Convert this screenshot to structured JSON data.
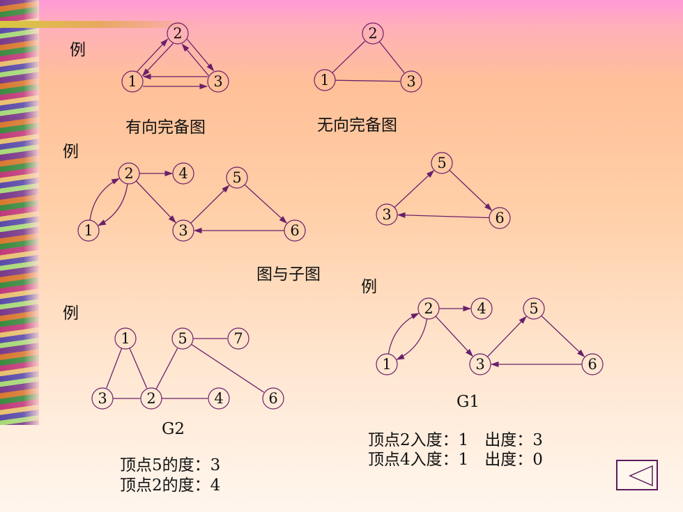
{
  "labels": {
    "example": "例",
    "directed_complete": "有向完备图",
    "undirected_complete": "无向完备图",
    "graph_subgraph": "图与子图",
    "g1": "G1",
    "g2": "G2",
    "v2_in_out": "顶点2入度：1　出度：3",
    "v4_in_out": "顶点4入度：1　出度：0",
    "v5_degree": "顶点5的度：3",
    "v2_degree": "顶点2的度：4"
  },
  "graphs": {
    "directed_complete": {
      "nodes": [
        "1",
        "2",
        "3"
      ]
    },
    "undirected_complete": {
      "nodes": [
        "1",
        "2",
        "3"
      ]
    },
    "graph_a": {
      "nodes": [
        "1",
        "2",
        "3",
        "4",
        "5",
        "6"
      ]
    },
    "subgraph": {
      "nodes": [
        "3",
        "5",
        "6"
      ]
    },
    "g1": {
      "nodes": [
        "1",
        "2",
        "3",
        "4",
        "5",
        "6"
      ]
    },
    "g2": {
      "nodes": [
        "1",
        "2",
        "3",
        "4",
        "5",
        "6",
        "7"
      ]
    }
  },
  "colors": {
    "edge": "#6a1f6a",
    "node_stroke": "#6a1f6a",
    "text": "#111111"
  }
}
